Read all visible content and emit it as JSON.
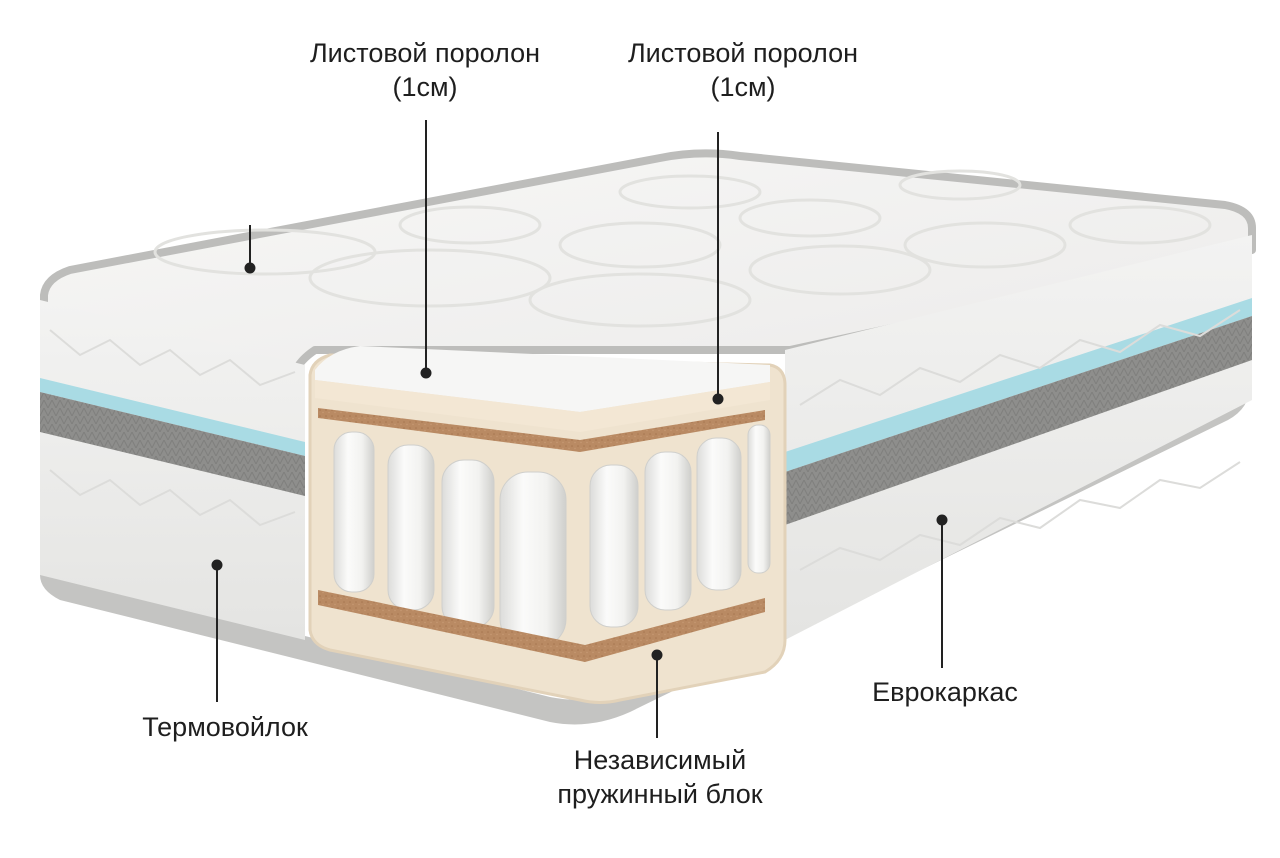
{
  "diagram": {
    "subject": "mattress cross-section",
    "callouts": [
      {
        "id": "foam-top",
        "lines": [
          "Листовой поролон",
          "(1см)"
        ]
      },
      {
        "id": "foam-second",
        "lines": [
          "Листовой поролон",
          "(1см)"
        ]
      },
      {
        "id": "felt",
        "lines": [
          "Термовойлок"
        ]
      },
      {
        "id": "spring-block",
        "lines": [
          "Независимый",
          "пружинный блок"
        ]
      },
      {
        "id": "euroframe",
        "lines": [
          "Еврокаркас"
        ]
      }
    ]
  },
  "colors": {
    "background": "#ffffff",
    "label_text": "#1e1e1e",
    "leader_line": "#222222",
    "cover": "#f4f4f3",
    "border_gray": "#b9b9b9",
    "blue_stripe": "#a9dbe4",
    "gray_band": "#8e8e8c",
    "foam_cream": "#efe3cf",
    "coconut_brown": "#b98a63",
    "springs": "#f7f7f5"
  }
}
